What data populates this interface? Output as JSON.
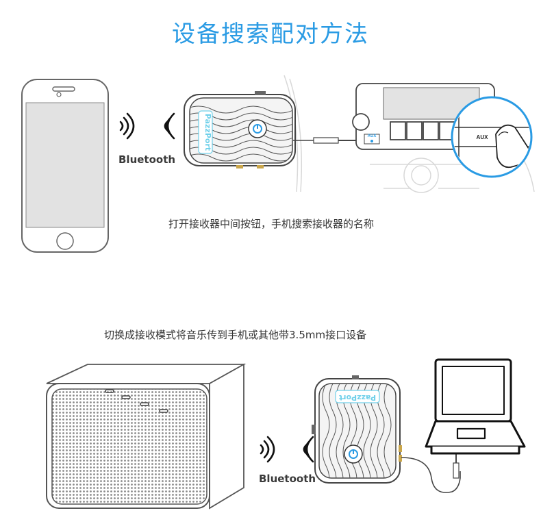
{
  "title": "设备搜索配对方法",
  "step1": {
    "caption": "打开接收器中间按钮，手机搜索接收器的名称",
    "bluetooth_label": "Bluetooth",
    "brand": "PazzPort",
    "aux_label": "AUX",
    "aux_port_label": "AUX"
  },
  "step2": {
    "caption": "切换成接收模式将音乐传到手机或其他带3.5mm接口设备",
    "bluetooth_label": "Bluetooth",
    "brand": "PazzPort"
  },
  "colors": {
    "accent": "#2a9be4",
    "line": "#555555",
    "wave": "#6fd0ea"
  }
}
